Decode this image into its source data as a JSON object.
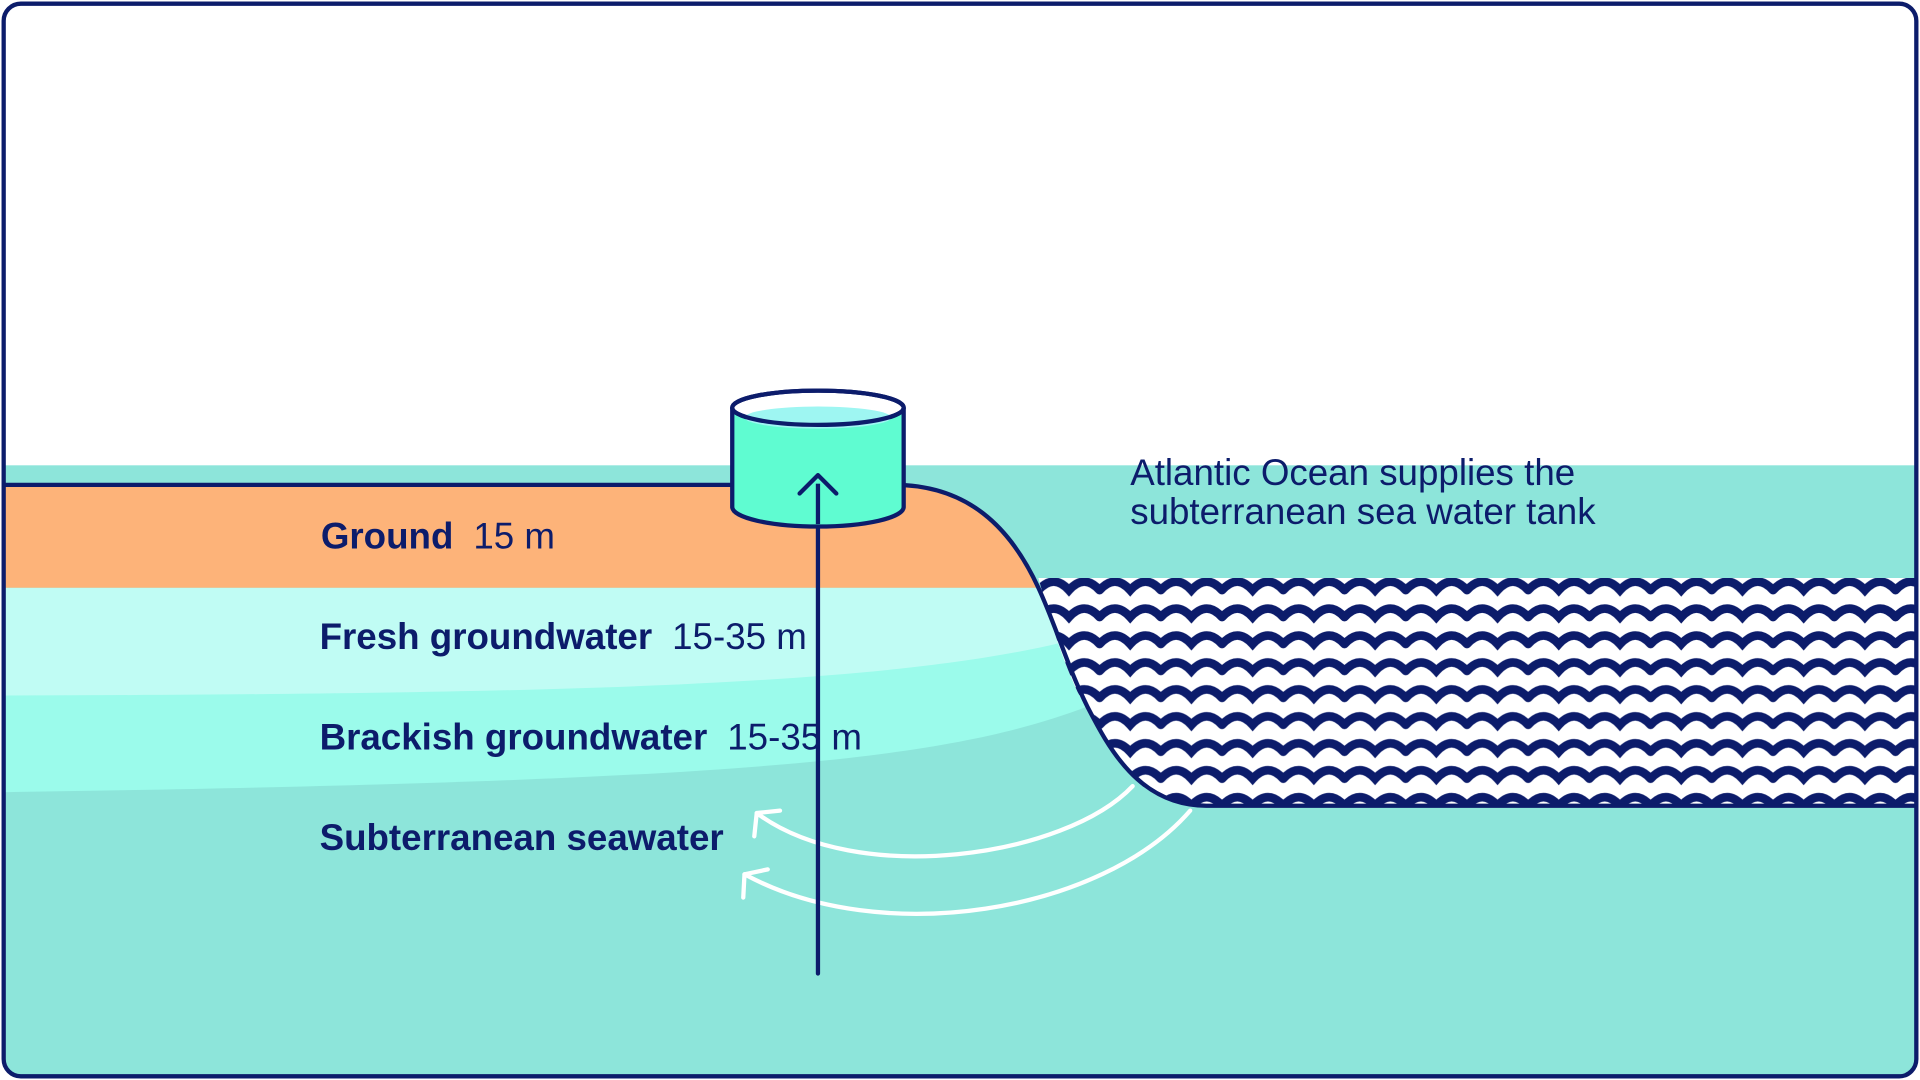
{
  "layers": [
    {
      "key": "ground",
      "name": "Ground",
      "depth": "15 m",
      "color": "#fdb379"
    },
    {
      "key": "fresh",
      "name": "Fresh groundwater",
      "depth": "15-35 m",
      "color": "#c0fcf4"
    },
    {
      "key": "brackish",
      "name": "Brackish groundwater",
      "depth": "15-35 m",
      "color": "#9bfbeb"
    },
    {
      "key": "seawater",
      "name": "Subterranean seawater",
      "depth": "",
      "color": "#8de5da"
    }
  ],
  "ocean": {
    "line1": "Atlantic Ocean supplies the",
    "line2": "subterranean sea water tank"
  },
  "colors": {
    "outline": "#0c1c6b",
    "tank_fill": "#5ffcd1",
    "tank_water": "#9ef6f2",
    "background": "#ffffff",
    "flow_arrows": "#ffffff"
  },
  "icons": {
    "tank": "cylindrical-tank-icon",
    "pump_arrow": "up-arrow-icon",
    "waves": "wave-pattern"
  }
}
